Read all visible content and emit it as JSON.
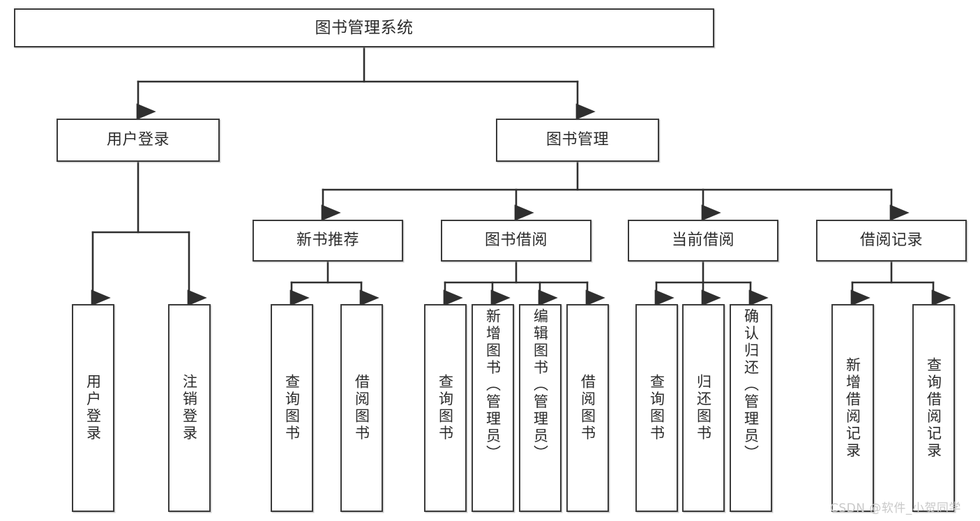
{
  "diagram": {
    "title": "图书管理系统",
    "type": "hierarchy-tree",
    "root": {
      "id": "root",
      "label": "图书管理系统"
    },
    "level1": [
      {
        "id": "user-login",
        "label": "用户登录"
      },
      {
        "id": "book-management",
        "label": "图书管理"
      }
    ],
    "level2": [
      {
        "id": "new-book-recommend",
        "label": "新书推荐",
        "parent": "book-management"
      },
      {
        "id": "book-borrow",
        "label": "图书借阅",
        "parent": "book-management"
      },
      {
        "id": "current-borrow",
        "label": "当前借阅",
        "parent": "book-management"
      },
      {
        "id": "borrow-record",
        "label": "借阅记录",
        "parent": "book-management"
      }
    ],
    "leaves": [
      {
        "id": "leaf-user-login",
        "label": "用户登录",
        "parent": "user-login"
      },
      {
        "id": "leaf-logout",
        "label": "注销登录",
        "parent": "user-login"
      },
      {
        "id": "leaf-query-book-1",
        "label": "查询图书",
        "parent": "new-book-recommend"
      },
      {
        "id": "leaf-borrow-book-1",
        "label": "借阅图书",
        "parent": "new-book-recommend"
      },
      {
        "id": "leaf-query-book-2",
        "label": "查询图书",
        "parent": "book-borrow"
      },
      {
        "id": "leaf-add-book",
        "label": "新增图书（管理员）",
        "parent": "book-borrow"
      },
      {
        "id": "leaf-edit-book",
        "label": "编辑图书（管理员）",
        "parent": "book-borrow"
      },
      {
        "id": "leaf-borrow-book-2",
        "label": "借阅图书",
        "parent": "book-borrow"
      },
      {
        "id": "leaf-query-book-3",
        "label": "查询图书",
        "parent": "current-borrow"
      },
      {
        "id": "leaf-return-book",
        "label": "归还图书",
        "parent": "current-borrow"
      },
      {
        "id": "leaf-confirm-return",
        "label": "确认归还（管理员）",
        "parent": "current-borrow"
      },
      {
        "id": "leaf-add-record",
        "label": "新增借阅记录",
        "parent": "borrow-record"
      },
      {
        "id": "leaf-query-record",
        "label": "查询借阅记录",
        "parent": "borrow-record"
      }
    ]
  },
  "watermark": {
    "text": "CSDN @软件_小贺同学"
  },
  "colors": {
    "stroke": "#3a3a3a",
    "text": "#2b2b2b",
    "background": "#ffffff",
    "watermark": "#c9c9c9"
  }
}
